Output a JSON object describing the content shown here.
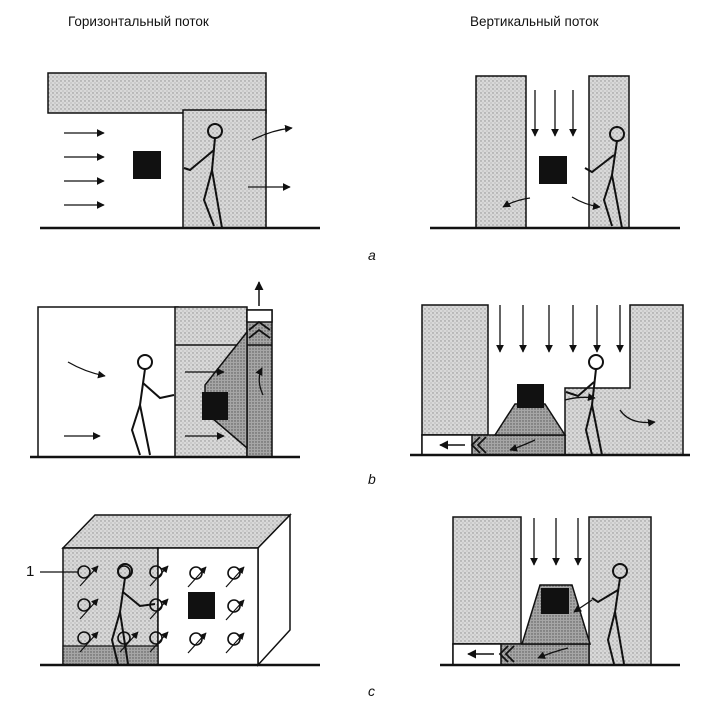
{
  "headers": {
    "left": "Горизонтальный поток",
    "right": "Вертикальный поток"
  },
  "rows": [
    {
      "label": "a"
    },
    {
      "label": "b"
    },
    {
      "label": "c"
    }
  ],
  "callout": "1",
  "colors": {
    "ink": "#111111",
    "hatch_light": "#d6d6d6",
    "hatch_dark": "#9a9a9a",
    "background": "#ffffff"
  },
  "icons": [
    "person-icon",
    "object-square-icon",
    "air-flow-arrow-icon",
    "exhaust-arrow-icon",
    "filter-grille-icon"
  ]
}
